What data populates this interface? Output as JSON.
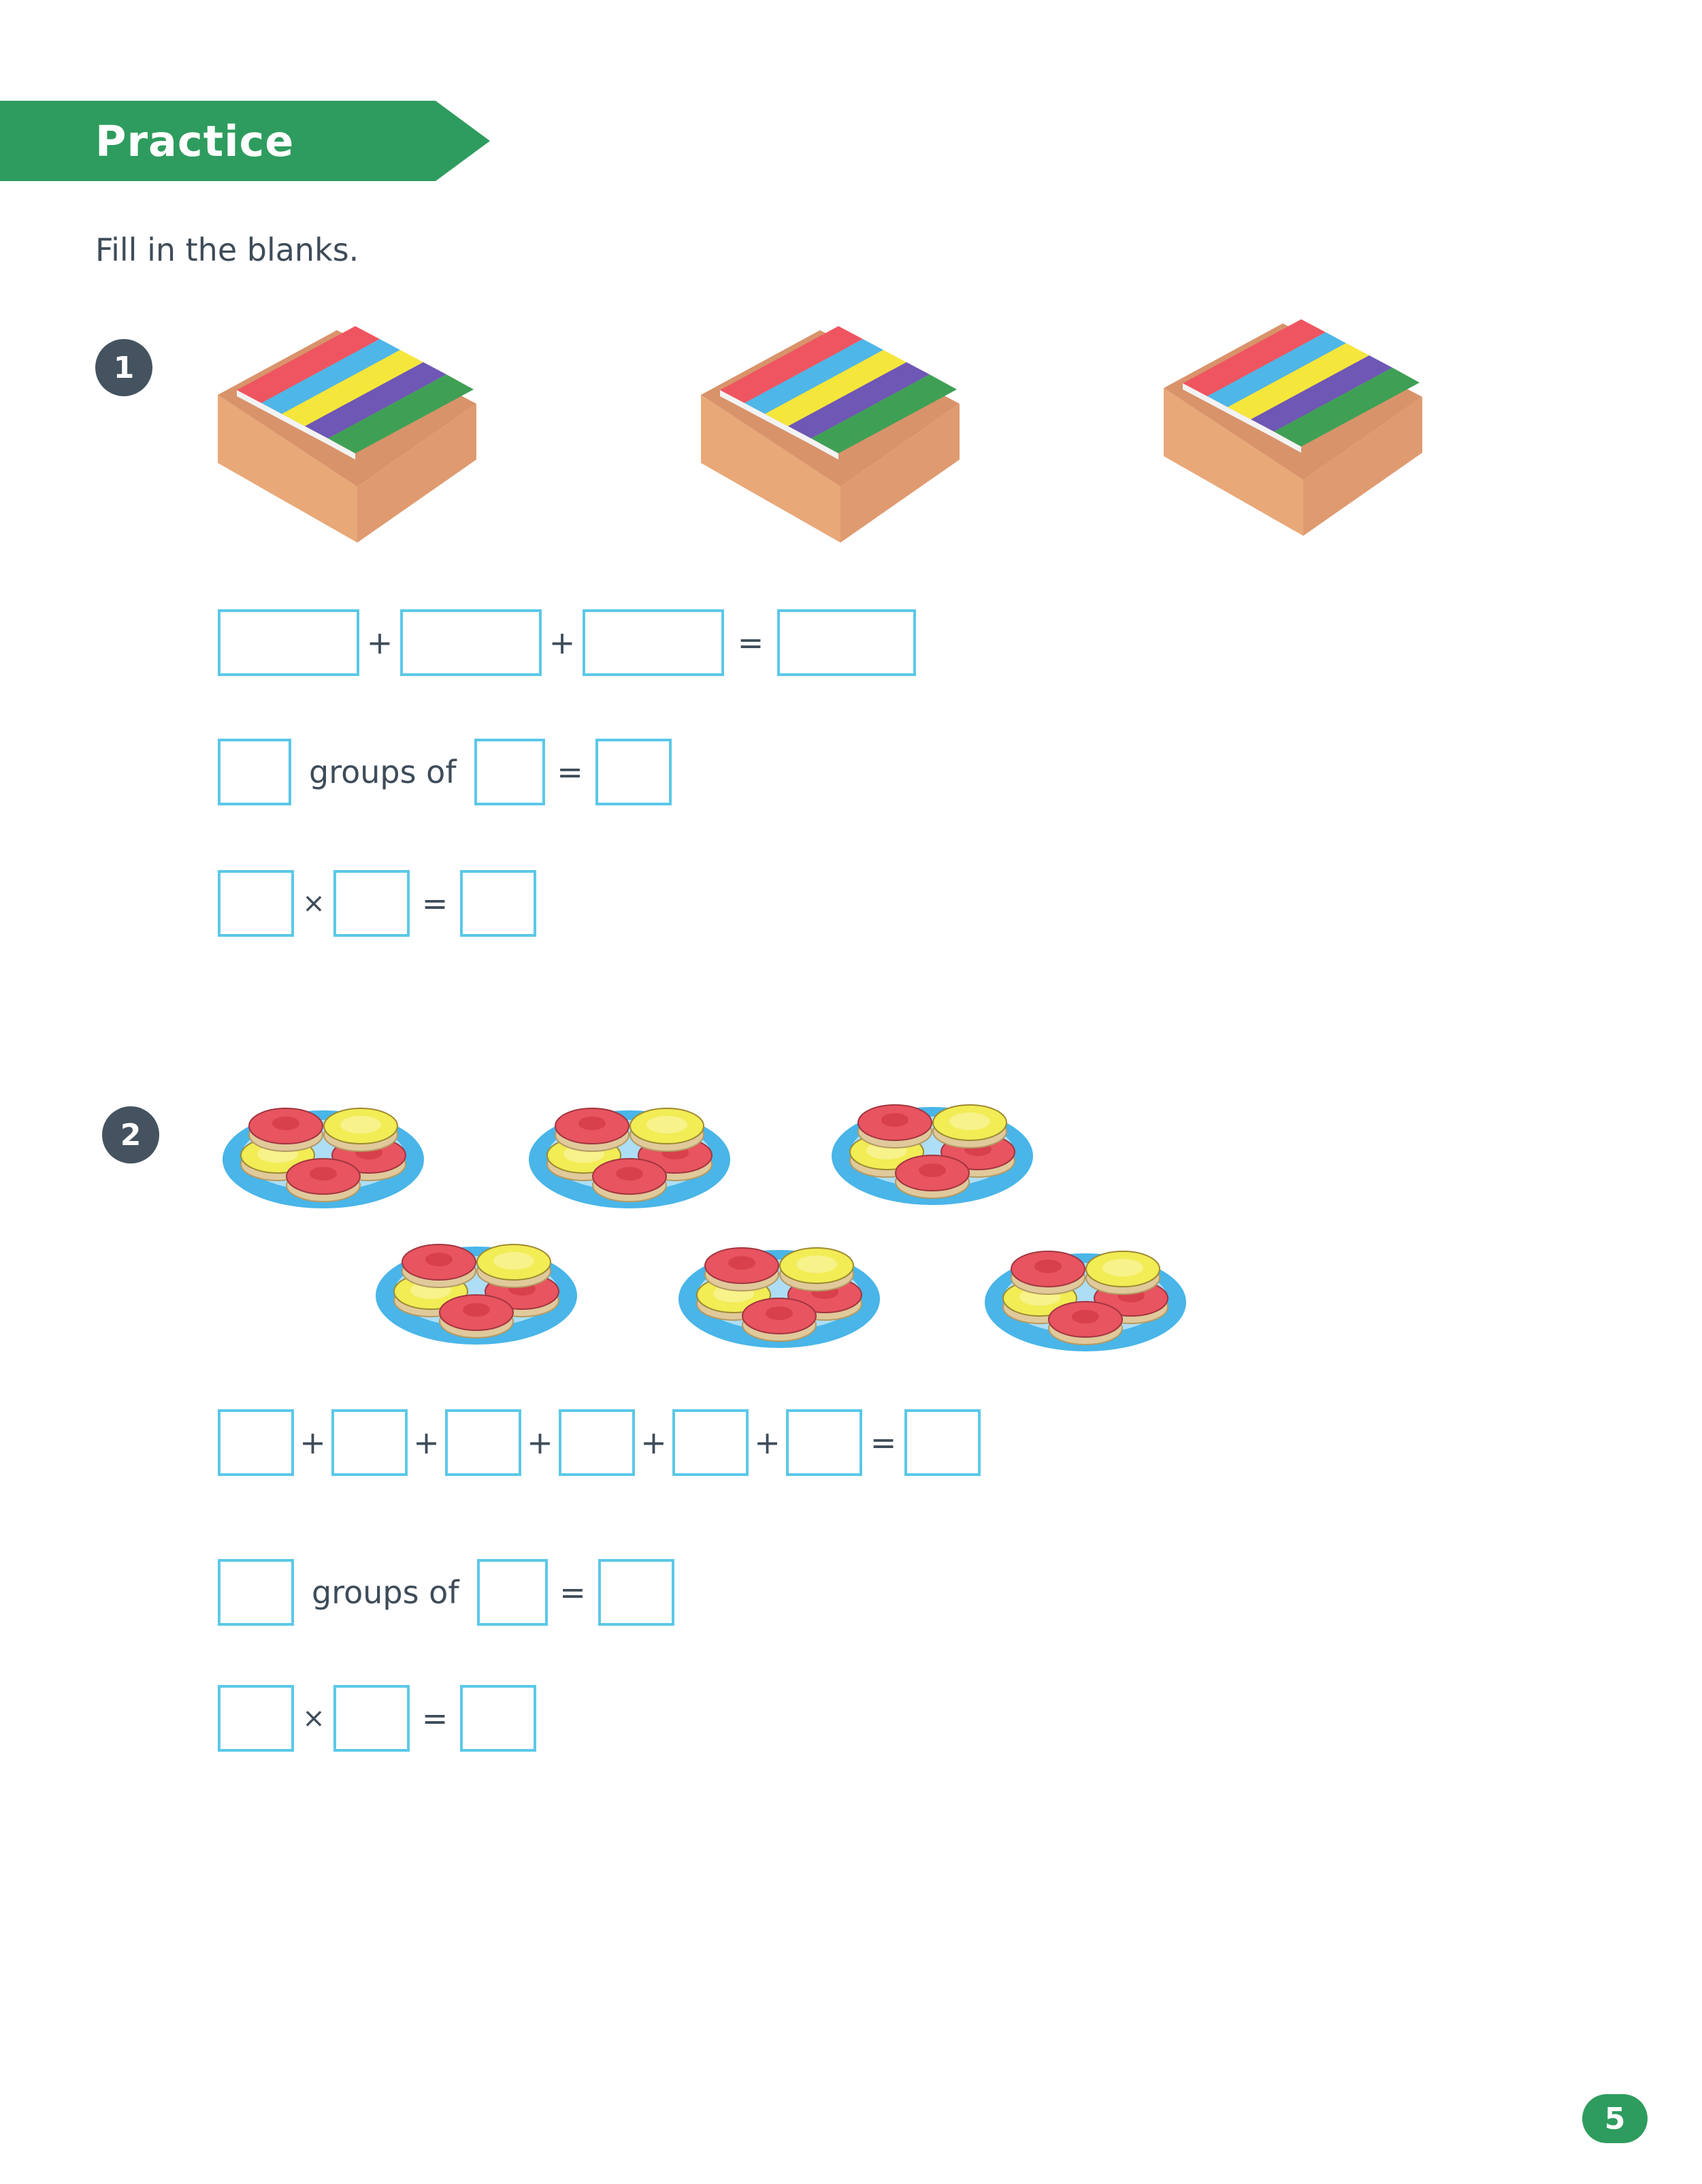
{
  "banner": {
    "label": "Practice"
  },
  "instruction": {
    "text": "Fill in the blanks."
  },
  "colors": {
    "banner_green": "#2E9C5E",
    "badge_slate": "#44535F",
    "answer_box_border": "#5BC8E8",
    "text_slate": "#3E4C59",
    "carton_tan": "#E8A878",
    "carton_top": "#D9936A",
    "plate_blue": "#49B5E8",
    "tart_red": "#E8545F",
    "tart_yellow": "#F2EC55",
    "tart_crust": "#E0C99B",
    "book_red": "#EE5560",
    "book_blue": "#4FB6E8",
    "book_yellow": "#F5E63C",
    "book_purple": "#6E57B5",
    "book_green": "#3FA055"
  },
  "questions": [
    {
      "number": "1",
      "illustration": {
        "type": "carton-of-books",
        "count": 3,
        "books_per_carton": 5,
        "book_colors": [
          "#EE5560",
          "#4FB6E8",
          "#F5E63C",
          "#6E57B5",
          "#3FA055"
        ]
      },
      "rows": [
        {
          "kind": "repeated-addition",
          "tokens": [
            "blank",
            "+",
            "blank",
            "+",
            "blank",
            "=",
            "blank"
          ]
        },
        {
          "kind": "groups-of",
          "tokens": [
            "blank",
            "groups of",
            "blank",
            "=",
            "blank"
          ],
          "label": "groups of"
        },
        {
          "kind": "multiplication",
          "tokens": [
            "blank",
            "×",
            "blank",
            "=",
            "blank"
          ]
        }
      ]
    },
    {
      "number": "2",
      "illustration": {
        "type": "plates-of-tarts",
        "count": 6,
        "rows": [
          3,
          3
        ],
        "tarts_per_plate": 5,
        "tart_top_colors": [
          "#E8545F",
          "#F2EC55",
          "#F2EC55",
          "#E8545F",
          "#E8545F"
        ]
      },
      "rows": [
        {
          "kind": "repeated-addition",
          "tokens": [
            "blank",
            "+",
            "blank",
            "+",
            "blank",
            "+",
            "blank",
            "+",
            "blank",
            "+",
            "blank",
            "=",
            "blank"
          ]
        },
        {
          "kind": "groups-of",
          "tokens": [
            "blank",
            "groups of",
            "blank",
            "=",
            "blank"
          ],
          "label": "groups of"
        },
        {
          "kind": "multiplication",
          "tokens": [
            "blank",
            "×",
            "blank",
            "=",
            "blank"
          ]
        }
      ]
    }
  ],
  "operators": {
    "plus": "+",
    "times": "×",
    "equals": "=",
    "groups_of": "groups of"
  },
  "footer": {
    "page_number": "5"
  }
}
